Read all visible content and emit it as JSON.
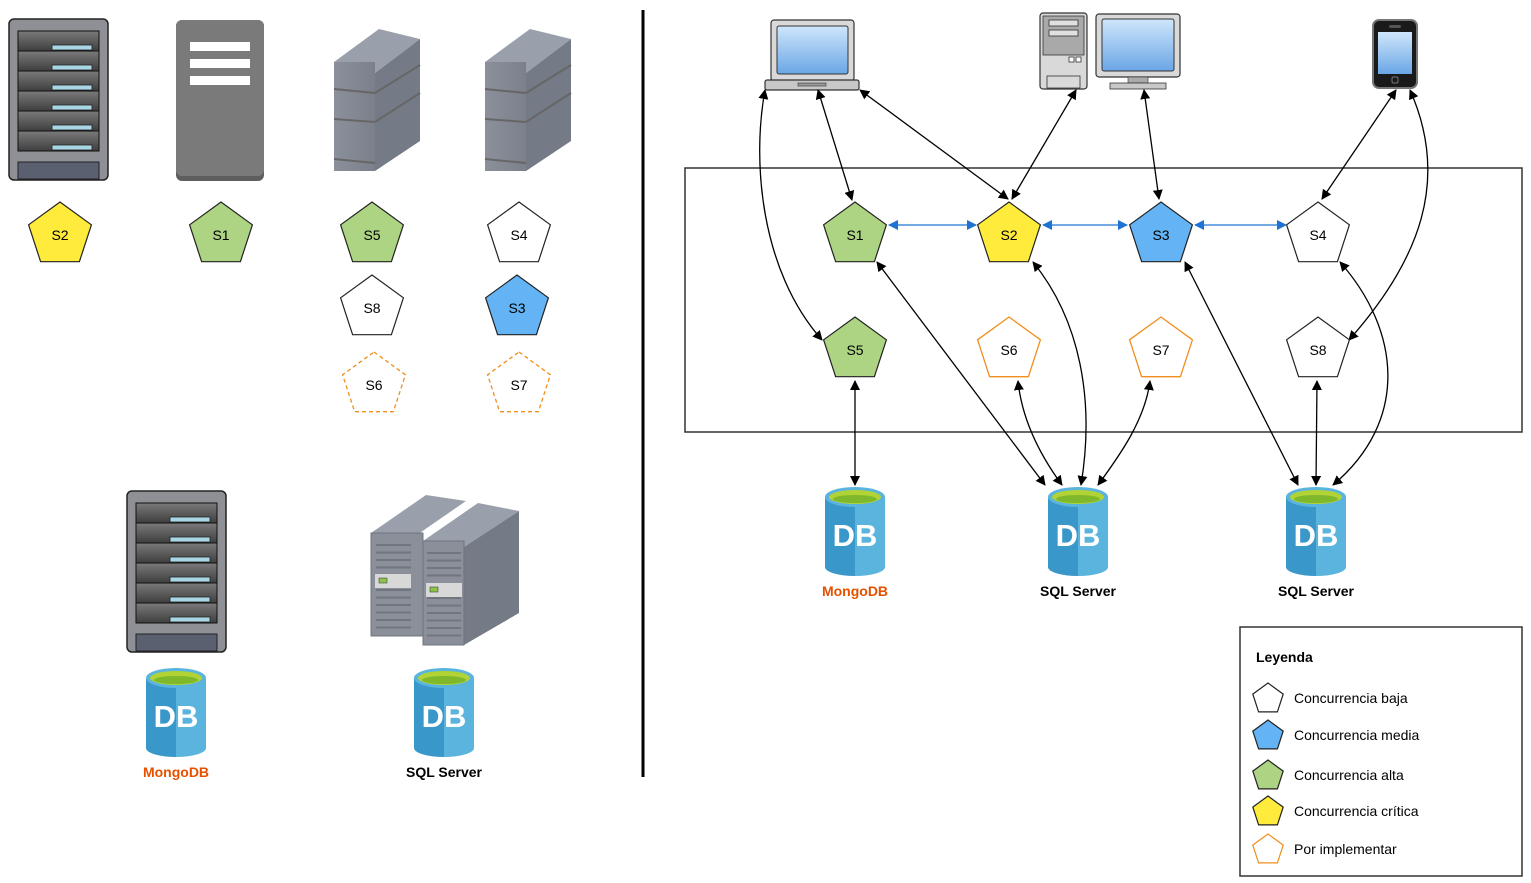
{
  "colors": {
    "baja": "#ffffff",
    "media": "#63b3f5",
    "alta": "#acd482",
    "critica": "#ffeb3b",
    "pending_stroke": "#f08e1e",
    "mongo_label": "#e65100",
    "sql_label": "#000000",
    "peer_link": "#1e73d2"
  },
  "left_panel": {
    "servers": [
      {
        "id": "rack-server-1",
        "kind": "rack",
        "services": [
          {
            "label": "S2",
            "level": "critica"
          }
        ]
      },
      {
        "id": "tower-server-1",
        "kind": "tower",
        "services": [
          {
            "label": "S1",
            "level": "alta"
          }
        ]
      },
      {
        "id": "box-server-1",
        "kind": "box",
        "services": [
          {
            "label": "S5",
            "level": "alta"
          },
          {
            "label": "S8",
            "level": "baja"
          },
          {
            "label": "S6",
            "level": "pending"
          }
        ]
      },
      {
        "id": "box-server-2",
        "kind": "box",
        "services": [
          {
            "label": "S4",
            "level": "baja"
          },
          {
            "label": "S3",
            "level": "media"
          },
          {
            "label": "S7",
            "level": "pending"
          }
        ]
      }
    ],
    "databases": [
      {
        "label": "MongoDB",
        "type": "mongo",
        "host": "rack"
      },
      {
        "label": "SQL Server",
        "type": "sql",
        "host": "dual-tower"
      }
    ]
  },
  "right_panel": {
    "clients": [
      {
        "id": "laptop",
        "name": "laptop"
      },
      {
        "id": "desktop",
        "name": "desktop"
      },
      {
        "id": "phone",
        "name": "phone"
      }
    ],
    "services": [
      {
        "label": "S1",
        "level": "alta"
      },
      {
        "label": "S2",
        "level": "critica"
      },
      {
        "label": "S3",
        "level": "media"
      },
      {
        "label": "S4",
        "level": "baja"
      },
      {
        "label": "S5",
        "level": "alta"
      },
      {
        "label": "S6",
        "level": "pending"
      },
      {
        "label": "S7",
        "level": "pending"
      },
      {
        "label": "S8",
        "level": "baja"
      }
    ],
    "databases": [
      {
        "label": "MongoDB",
        "type": "mongo"
      },
      {
        "label": "SQL Server",
        "type": "sql"
      },
      {
        "label": "SQL Server",
        "type": "sql"
      }
    ],
    "connections": [
      {
        "from": "laptop",
        "to": "S1"
      },
      {
        "from": "laptop",
        "to": "S2"
      },
      {
        "from": "laptop",
        "to": "S5"
      },
      {
        "from": "desktop",
        "to": "S2"
      },
      {
        "from": "desktop",
        "to": "S3"
      },
      {
        "from": "phone",
        "to": "S4"
      },
      {
        "from": "phone",
        "to": "S8"
      },
      {
        "from": "S1",
        "to": "S2",
        "style": "peer"
      },
      {
        "from": "S2",
        "to": "S3",
        "style": "peer"
      },
      {
        "from": "S3",
        "to": "S4",
        "style": "peer"
      },
      {
        "from": "S5",
        "to": "MongoDB"
      },
      {
        "from": "S1",
        "to": "SQL Server 1"
      },
      {
        "from": "S6",
        "to": "SQL Server 1"
      },
      {
        "from": "S2",
        "to": "SQL Server 1"
      },
      {
        "from": "S7",
        "to": "SQL Server 1"
      },
      {
        "from": "S3",
        "to": "SQL Server 2"
      },
      {
        "from": "S8",
        "to": "SQL Server 2"
      },
      {
        "from": "S4",
        "to": "SQL Server 2"
      }
    ]
  },
  "legend": {
    "title": "Leyenda",
    "items": [
      {
        "label": "Concurrencia baja",
        "level": "baja"
      },
      {
        "label": "Concurrencia media",
        "level": "media"
      },
      {
        "label": "Concurrencia alta",
        "level": "alta"
      },
      {
        "label": "Concurrencia crítica",
        "level": "critica"
      },
      {
        "label": "Por implementar",
        "level": "pending"
      }
    ]
  },
  "db_icon_text": "DB"
}
